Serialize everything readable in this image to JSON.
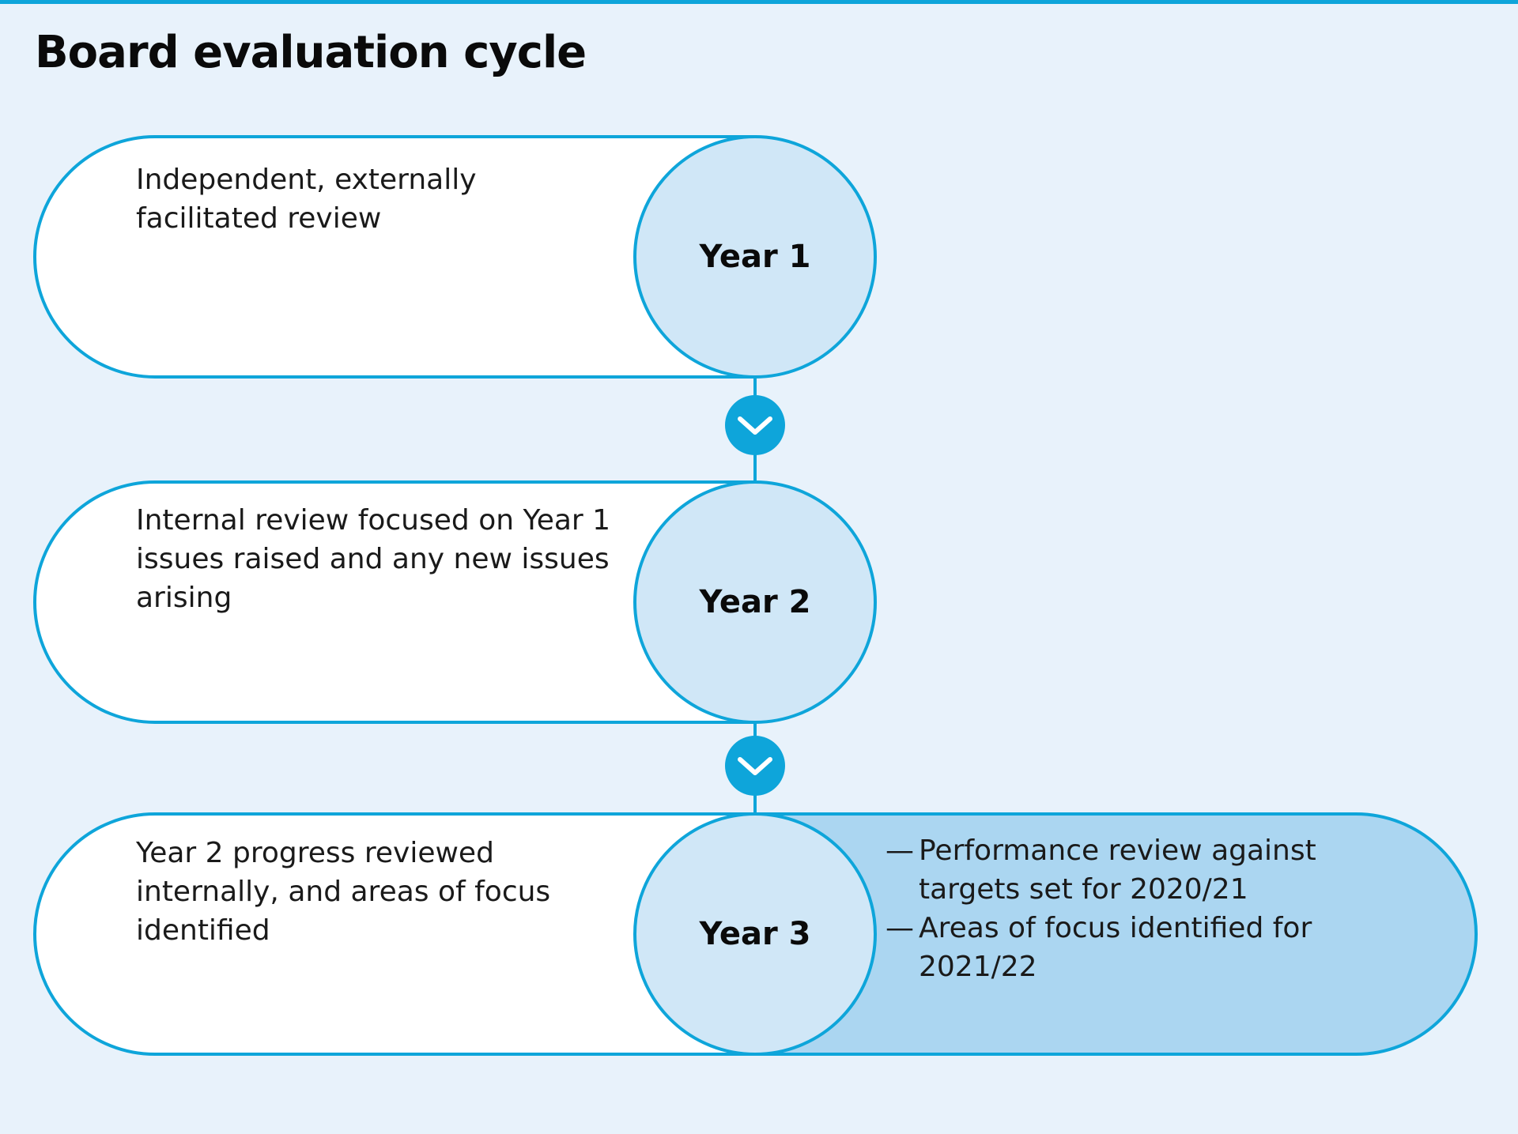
{
  "title": "Board evaluation cycle",
  "colors": {
    "accent": "#0ea5da",
    "background": "#e8f2fb",
    "circle_fill": "#d0e7f7",
    "year3_tail_fill": "#abd6f1",
    "box_fill": "#ffffff"
  },
  "connector_icon": "chevron-down-icon",
  "steps": [
    {
      "year": "Year 1",
      "description": "Independent, externally facilitated review"
    },
    {
      "year": "Year 2",
      "description": "Internal review focused on Year 1 issues raised and any new issues arising"
    },
    {
      "year": "Year 3",
      "description": "Year 2 progress reviewed internally, and areas of focus identified",
      "bullets": [
        "Performance review against targets set for 2020/21",
        "Areas of focus identified for 2021/22"
      ]
    }
  ]
}
